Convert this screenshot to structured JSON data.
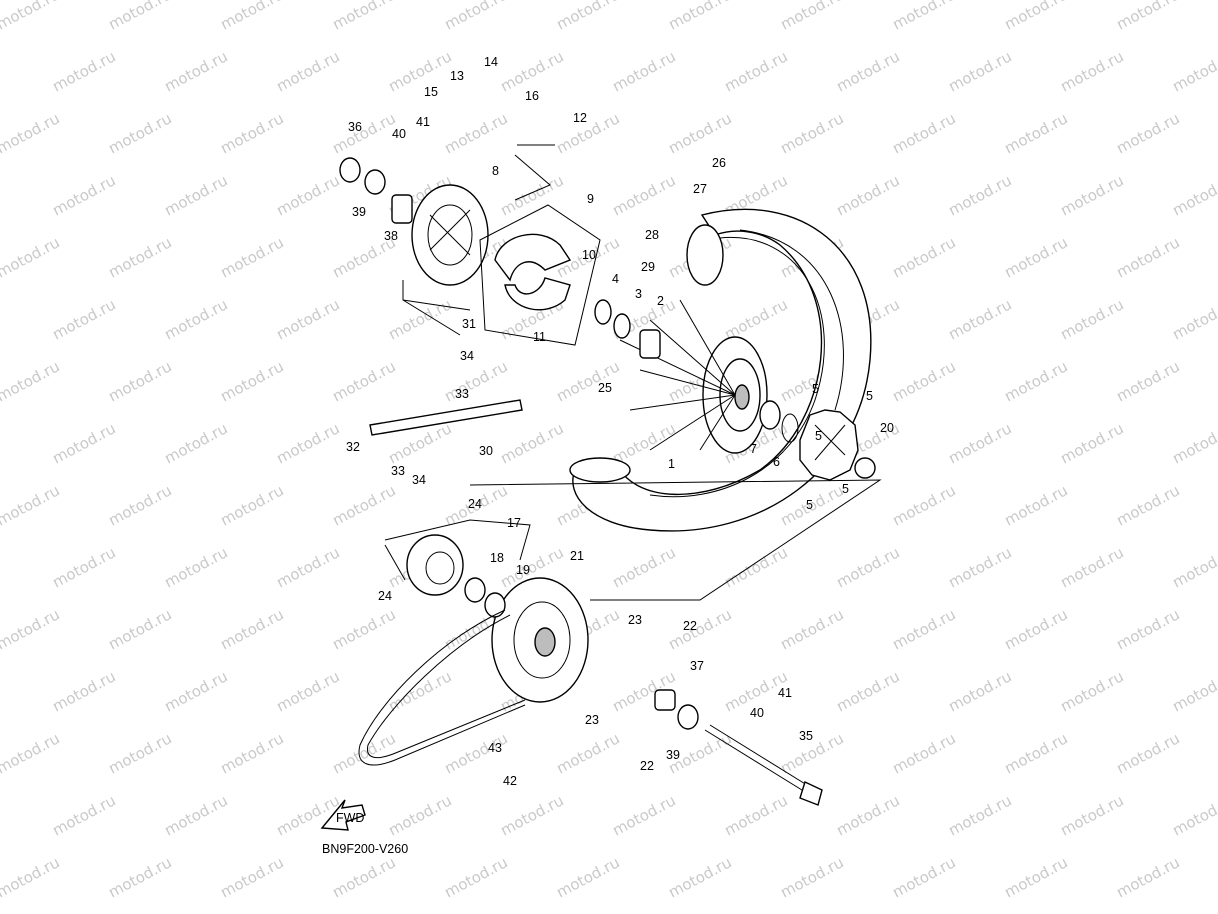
{
  "diagram": {
    "code": "BN9F200-V260",
    "fwd_label": "FWD",
    "watermark": "motod.ru",
    "colors": {
      "line": "#000000",
      "watermark": "#c9c9c9",
      "background": "#ffffff"
    },
    "callouts": [
      "1",
      "2",
      "3",
      "4",
      "5",
      "5",
      "5",
      "5",
      "5",
      "6",
      "7",
      "8",
      "9",
      "10",
      "11",
      "12",
      "13",
      "14",
      "15",
      "16",
      "17",
      "18",
      "19",
      "20",
      "21",
      "22",
      "22",
      "23",
      "23",
      "24",
      "24",
      "25",
      "26",
      "27",
      "28",
      "29",
      "30",
      "31",
      "32",
      "33",
      "33",
      "34",
      "34",
      "35",
      "36",
      "37",
      "38",
      "39",
      "39",
      "40",
      "40",
      "41",
      "41",
      "42",
      "43"
    ]
  }
}
